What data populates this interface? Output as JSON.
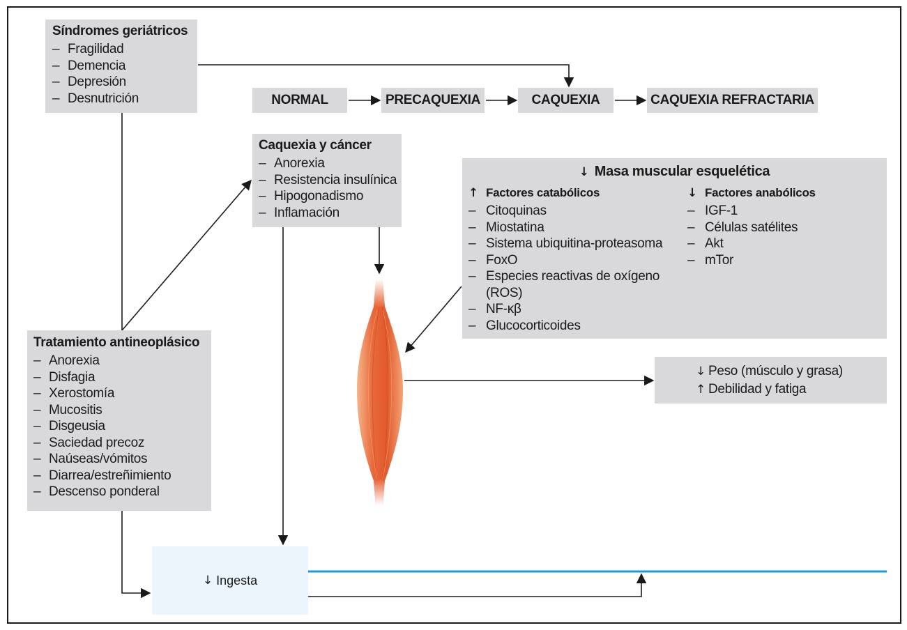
{
  "stages": {
    "normal": "NORMAL",
    "precachexia": "PRECAQUEXIA",
    "cachexia": "CAQUEXIA",
    "refractory": "CAQUEXIA REFRACTARIA"
  },
  "geriatric_syndromes": {
    "title": "Síndromes geriátricos",
    "items": [
      "Fragilidad",
      "Demencia",
      "Depresión",
      "Desnutrición"
    ]
  },
  "cachexia_cancer": {
    "title": "Caquexia y cáncer",
    "items": [
      "Anorexia",
      "Resistencia insulínica",
      "Hipogonadismo",
      "Inflamación"
    ]
  },
  "muscle_mass": {
    "title": "Masa muscular esquelética",
    "title_arrow": "↓",
    "catabolic": {
      "arrow": "↑",
      "title": "Factores catabólicos",
      "items": [
        "Citoquinas",
        "Miostatina",
        "Sistema ubiquitina-proteasoma",
        "FoxO",
        "Especies reactivas de oxígeno",
        "(ROS)",
        "NF-κβ",
        "Glucocorticoides"
      ]
    },
    "anabolic": {
      "arrow": "↓",
      "title": "Factores anabólicos",
      "items": [
        "IGF-1",
        "Células satélites",
        "Akt",
        "mTor"
      ]
    }
  },
  "treatment": {
    "title": "Tratamiento antineoplásico",
    "items": [
      "Anorexia",
      "Disfagia",
      "Xerostomía",
      "Mucositis",
      "Disgeusia",
      "Saciedad precoz",
      "Naúseas/vómitos",
      "Diarrea/estreñimiento",
      "Descenso ponderal"
    ]
  },
  "outcome": {
    "weight_arrow": "↓",
    "weight": "Peso (músculo y grasa)",
    "weakness_arrow": "↑",
    "weakness": "Debilidad y fatiga"
  },
  "intake": {
    "arrow": "↓",
    "label": "Ingesta"
  },
  "dash": "–",
  "colors": {
    "box_fill": "#d9d9dc",
    "intake_fill": "#ecf5fc",
    "intake_line": "#1a9ad6",
    "muscle": "#e8683a"
  }
}
